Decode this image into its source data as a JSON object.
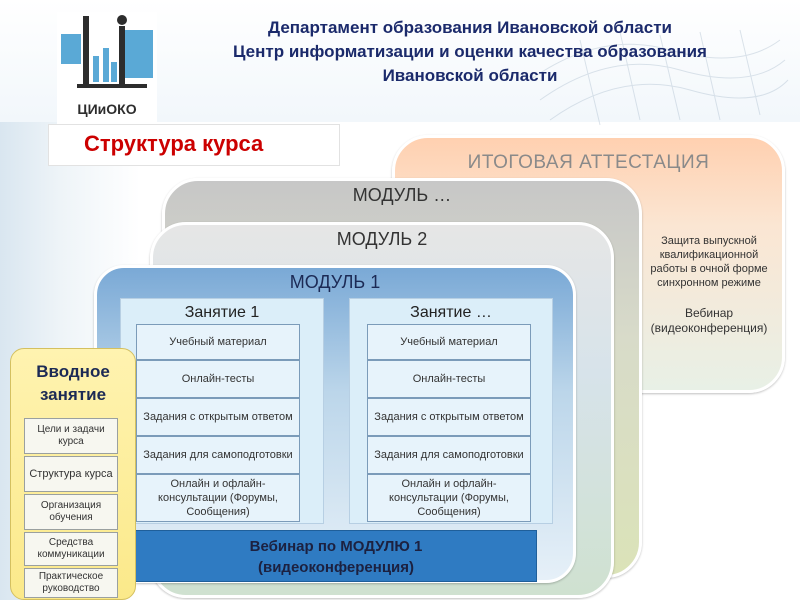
{
  "header": {
    "line1": "Департамент образования Ивановской области",
    "line2": "Центр информатизации и оценки качества образования",
    "line3": "Ивановской области",
    "logo_text": "ЦИиОКО"
  },
  "title": "Структура курса",
  "final_attestation": {
    "title": "ИТОГОВАЯ АТТЕСТАЦИЯ",
    "description": "Защита выпускной квалификационной работы в очной форме синхронном режиме",
    "webinar": "Вебинар (видеоконференция)"
  },
  "modules": {
    "dots": "МОДУЛЬ …",
    "two": "МОДУЛЬ 2",
    "one": "МОДУЛЬ 1"
  },
  "lessons": [
    {
      "title": "Занятие 1",
      "items": [
        "Учебный материал",
        "Онлайн-тесты",
        "Задания с открытым ответом",
        "Задания для самоподготовки",
        "Онлайн и офлайн-консультации (Форумы, Сообщения)"
      ]
    },
    {
      "title": "Занятие …",
      "items": [
        "Учебный материал",
        "Онлайн-тесты",
        "Задания с открытым ответом",
        "Задания для самоподготовки",
        "Онлайн и офлайн-консультации (Форумы, Сообщения)"
      ]
    }
  ],
  "module_webinar": {
    "line1": "Вебинар по МОДУЛЮ 1",
    "line2": "(видеоконференция)"
  },
  "intro": {
    "title_line1": "Вводное",
    "title_line2": "занятие",
    "items": [
      "Цели и задачи курса",
      "Структура курса",
      "Организация обучения",
      "Средства коммуникации",
      "Практическое руководство"
    ]
  },
  "colors": {
    "header_text": "#1b2a6b",
    "title_red": "#cc0000",
    "module_blue": "#2f7bc2"
  }
}
